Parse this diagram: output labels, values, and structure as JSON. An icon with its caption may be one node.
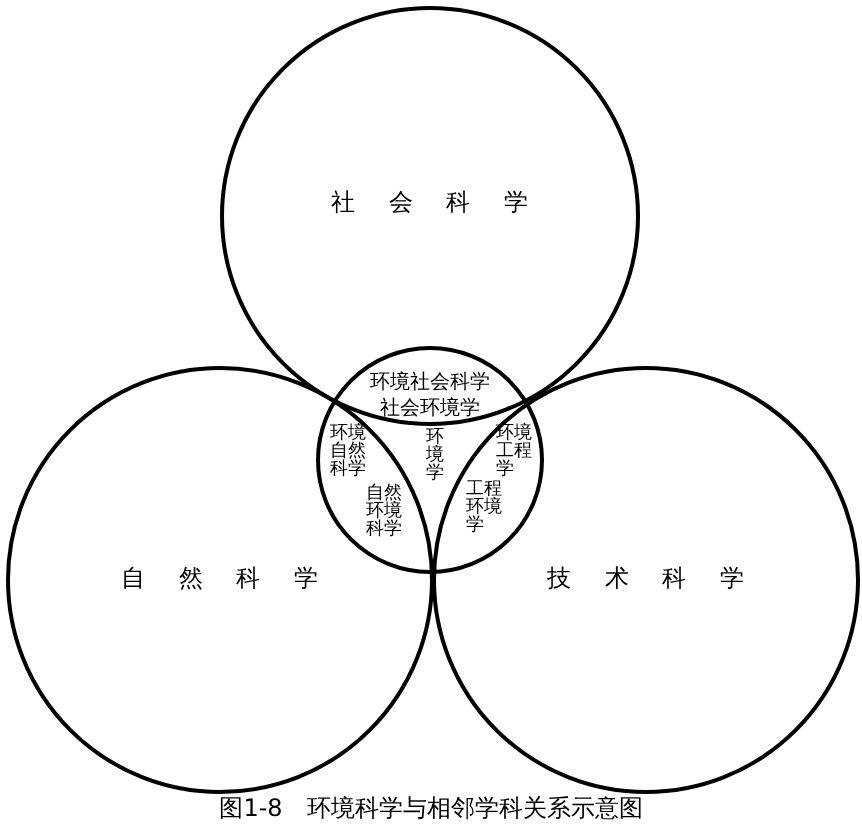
{
  "diagram": {
    "caption": "图1-8　环境科学与相邻学科关系示意图",
    "nodes": [
      {
        "text": [
          "社会科学"
        ]
      },
      {
        "text": [
          "自然科学"
        ]
      },
      {
        "text": [
          "技术科学"
        ]
      },
      {
        "text": [
          "环境社会科学",
          "社会环境学",
          "环境自然科学",
          "自然环境科学",
          "环境学",
          "环境工程学",
          "工程环境学"
        ]
      }
    ],
    "edges": []
  }
}
